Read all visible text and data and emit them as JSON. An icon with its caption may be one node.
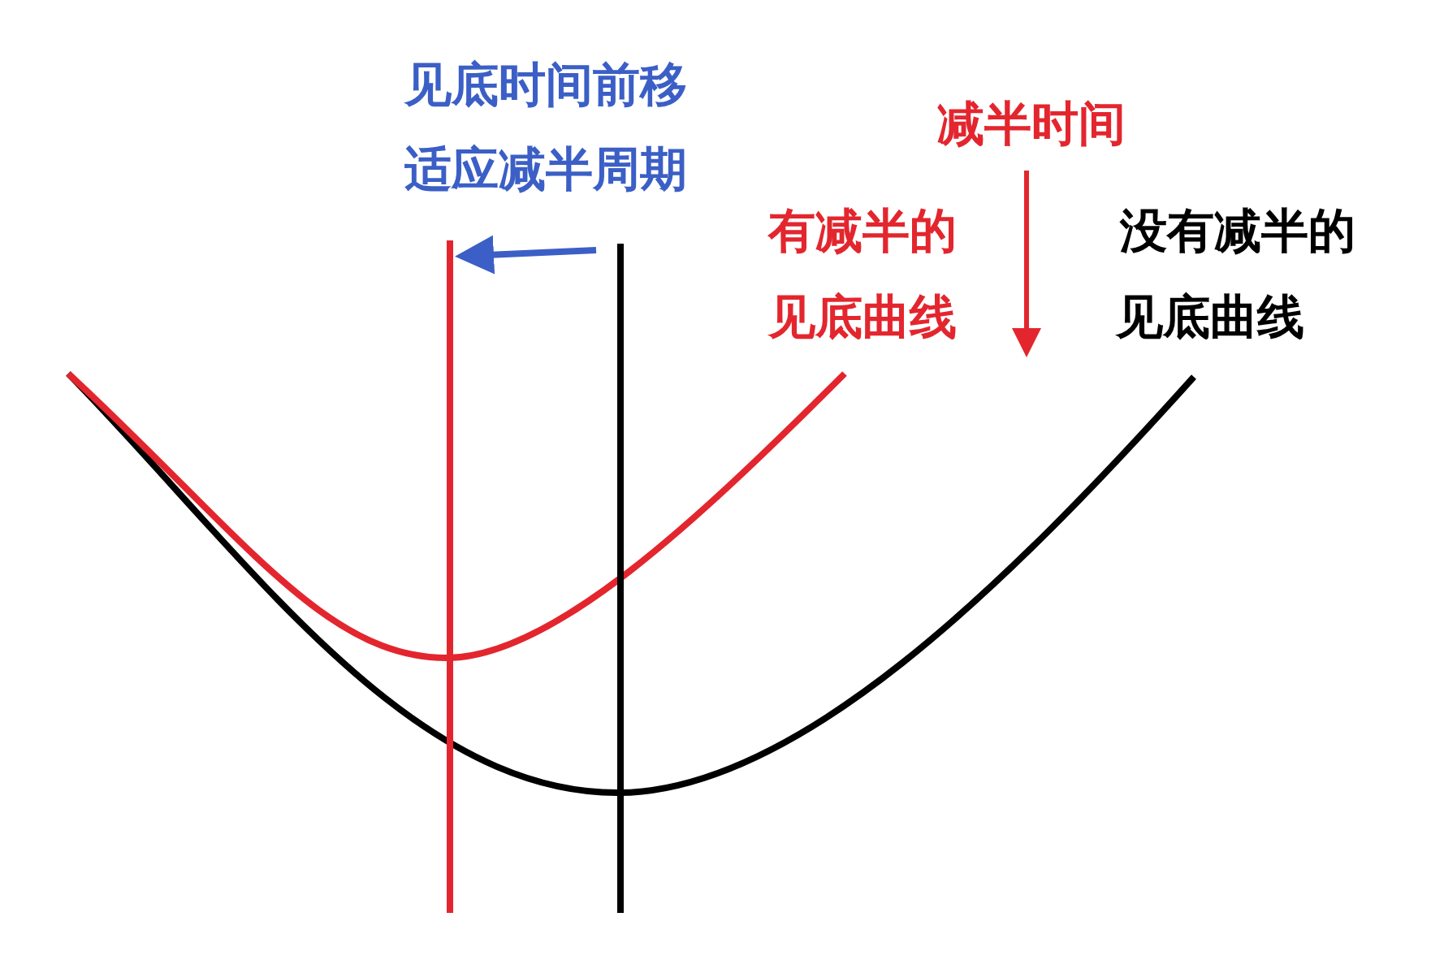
{
  "diagram": {
    "labels": [
      "见底时间前移",
      "适应减半周期",
      "减半时间",
      "有减半的",
      "见底曲线",
      "没有减半的",
      "见底曲线"
    ]
  }
}
